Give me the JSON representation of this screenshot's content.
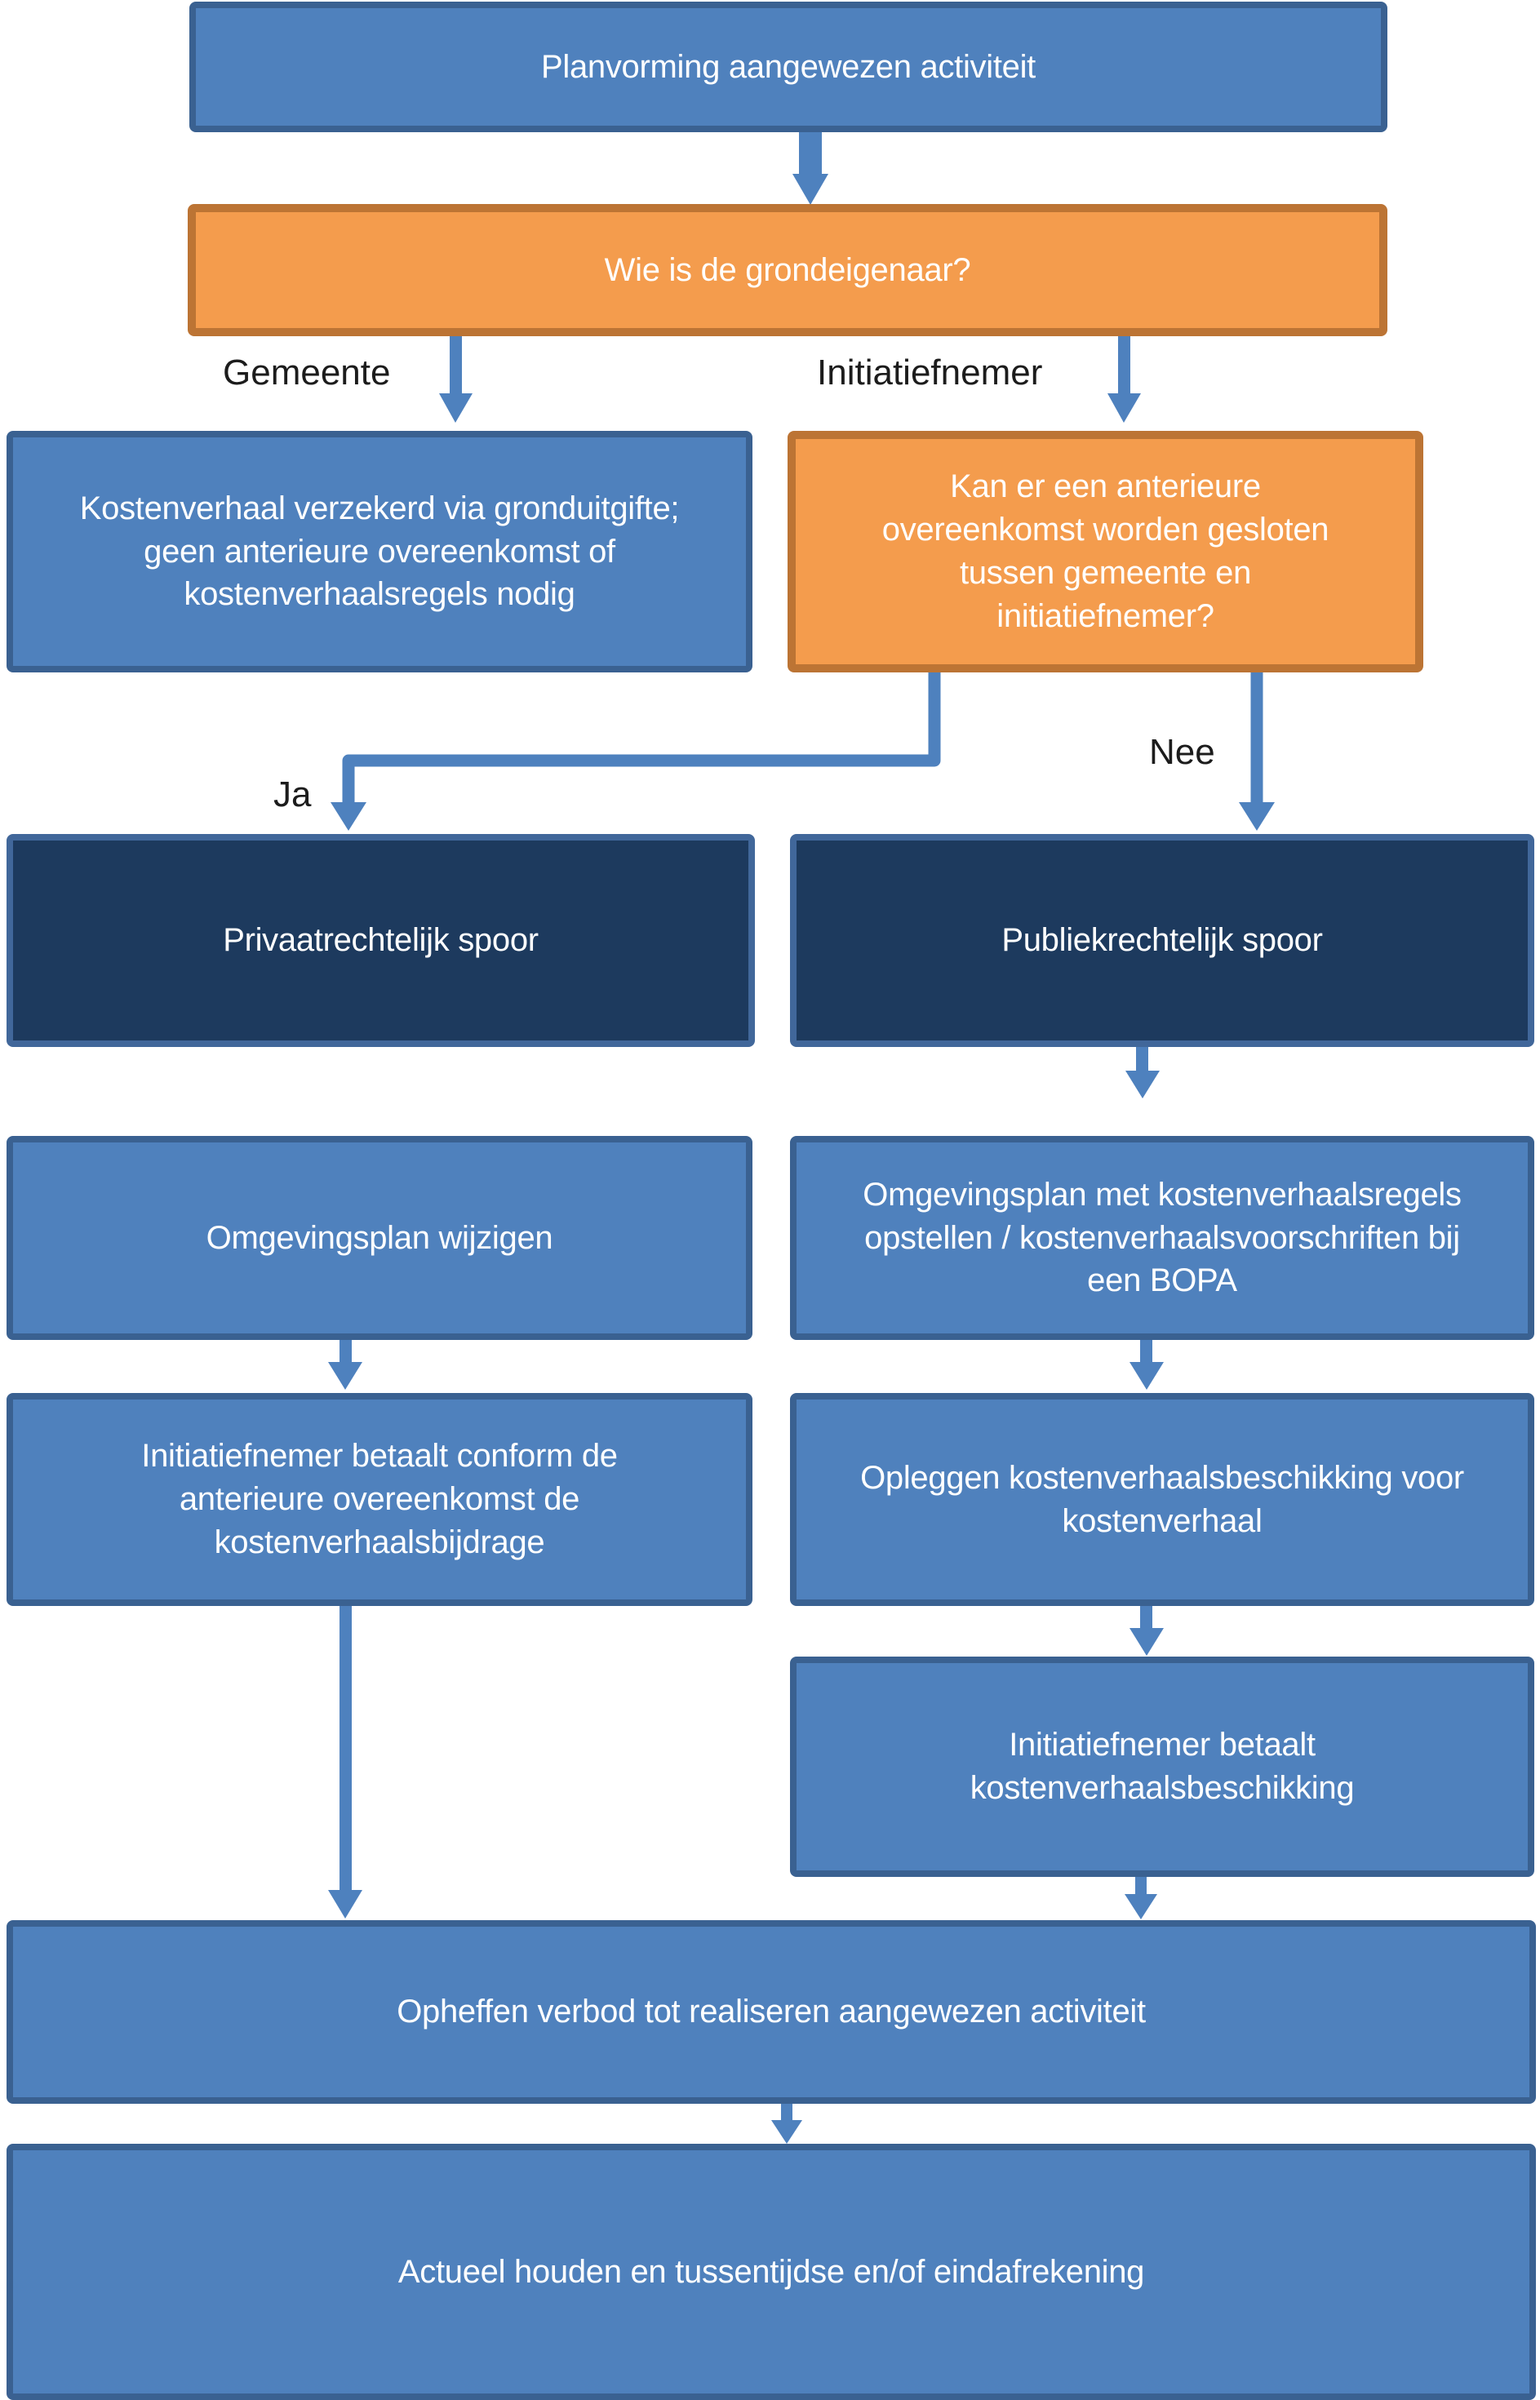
{
  "colors": {
    "blue-fill": "#4F81BD",
    "blue-border": "#3A6191",
    "orange-fill": "#F49C4D",
    "orange-border": "#BC7434",
    "navy-fill": "#1D3A5E",
    "navy-border": "#41679A",
    "arrow": "#4E81BE",
    "label-text": "#1C1C1C"
  },
  "nodes": {
    "planvorming": {
      "kind": "process",
      "text": "Planvorming aangewezen activiteit"
    },
    "grondeigenaar": {
      "kind": "decision",
      "text": "Wie is de grondeigenaar?"
    },
    "kostenverhaal_verzekerd": {
      "kind": "process",
      "text": "Kostenverhaal verzekerd via gronduitgifte;\ngeen anterieure overeenkomst of\nkostenverhaalsregels nodig"
    },
    "anterieure_overeenkomst": {
      "kind": "decision",
      "text": "Kan er een anterieure\novereenkomst worden gesloten\ntussen gemeente en\ninitiatiefnemer?"
    },
    "privaatrechtelijk_spoor": {
      "kind": "track",
      "text": "Privaatrechtelijk spoor"
    },
    "publiekrechtelijk_spoor": {
      "kind": "track",
      "text": "Publiekrechtelijk spoor"
    },
    "omgevingsplan_wijzigen": {
      "kind": "process",
      "text": "Omgevingsplan wijzigen"
    },
    "omgevingsplan_bopa": {
      "kind": "process",
      "text": "Omgevingsplan met kostenverhaalsregels\nopstellen / kostenverhaalsvoorschriften bij\neen BOPA"
    },
    "betaalt_conform": {
      "kind": "process",
      "text": "Initiatiefnemer betaalt conform de\nanterieure overeenkomst de\nkostenverhaalsbijdrage"
    },
    "opleggen_beschikking": {
      "kind": "process",
      "text": "Opleggen kostenverhaalsbeschikking voor\nkostenverhaal"
    },
    "betaalt_beschikking": {
      "kind": "process",
      "text": "Initiatiefnemer betaalt\nkostenverhaalsbeschikking"
    },
    "opheffen_verbod": {
      "kind": "process",
      "text": "Opheffen verbod tot realiseren aangewezen activiteit"
    },
    "actueel_houden": {
      "kind": "process",
      "text": "Actueel houden en tussentijdse en/of eindafrekening"
    }
  },
  "edges": [
    {
      "from": "planvorming",
      "to": "grondeigenaar",
      "label": ""
    },
    {
      "from": "grondeigenaar",
      "to": "kostenverhaal_verzekerd",
      "label": "Gemeente"
    },
    {
      "from": "grondeigenaar",
      "to": "anterieure_overeenkomst",
      "label": "Initiatiefnemer"
    },
    {
      "from": "anterieure_overeenkomst",
      "to": "privaatrechtelijk_spoor",
      "label": "Ja"
    },
    {
      "from": "anterieure_overeenkomst",
      "to": "publiekrechtelijk_spoor",
      "label": "Nee"
    },
    {
      "from": "publiekrechtelijk_spoor",
      "to": "omgevingsplan_bopa",
      "label": ""
    },
    {
      "from": "omgevingsplan_wijzigen",
      "to": "betaalt_conform",
      "label": ""
    },
    {
      "from": "omgevingsplan_bopa",
      "to": "opleggen_beschikking",
      "label": ""
    },
    {
      "from": "opleggen_beschikking",
      "to": "betaalt_beschikking",
      "label": ""
    },
    {
      "from": "betaalt_conform",
      "to": "opheffen_verbod",
      "label": ""
    },
    {
      "from": "betaalt_beschikking",
      "to": "opheffen_verbod",
      "label": ""
    },
    {
      "from": "opheffen_verbod",
      "to": "actueel_houden",
      "label": ""
    }
  ]
}
